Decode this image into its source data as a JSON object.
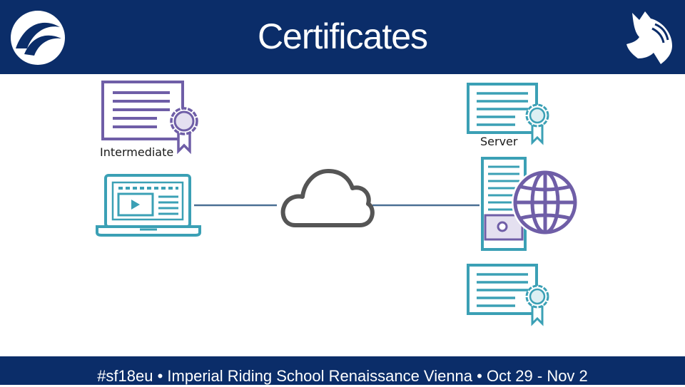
{
  "slide": {
    "title": "Certificates",
    "footer": "#sf18eu • Imperial Riding School Renaissance Vienna • Oct 29 - Nov 2"
  },
  "diagram": {
    "labels": {
      "intermediate": "Intermediate",
      "server": "Server"
    }
  },
  "colors": {
    "header": "#0b2d69",
    "purple": "#6f5ea7",
    "teal": "#3ba0b5",
    "cloud": "#555555",
    "line": "#4a6f94"
  },
  "icons": [
    "wireshark-fin-icon",
    "horse-logo-icon",
    "certificate-icon",
    "laptop-icon",
    "cloud-icon",
    "server-icon",
    "globe-icon"
  ]
}
